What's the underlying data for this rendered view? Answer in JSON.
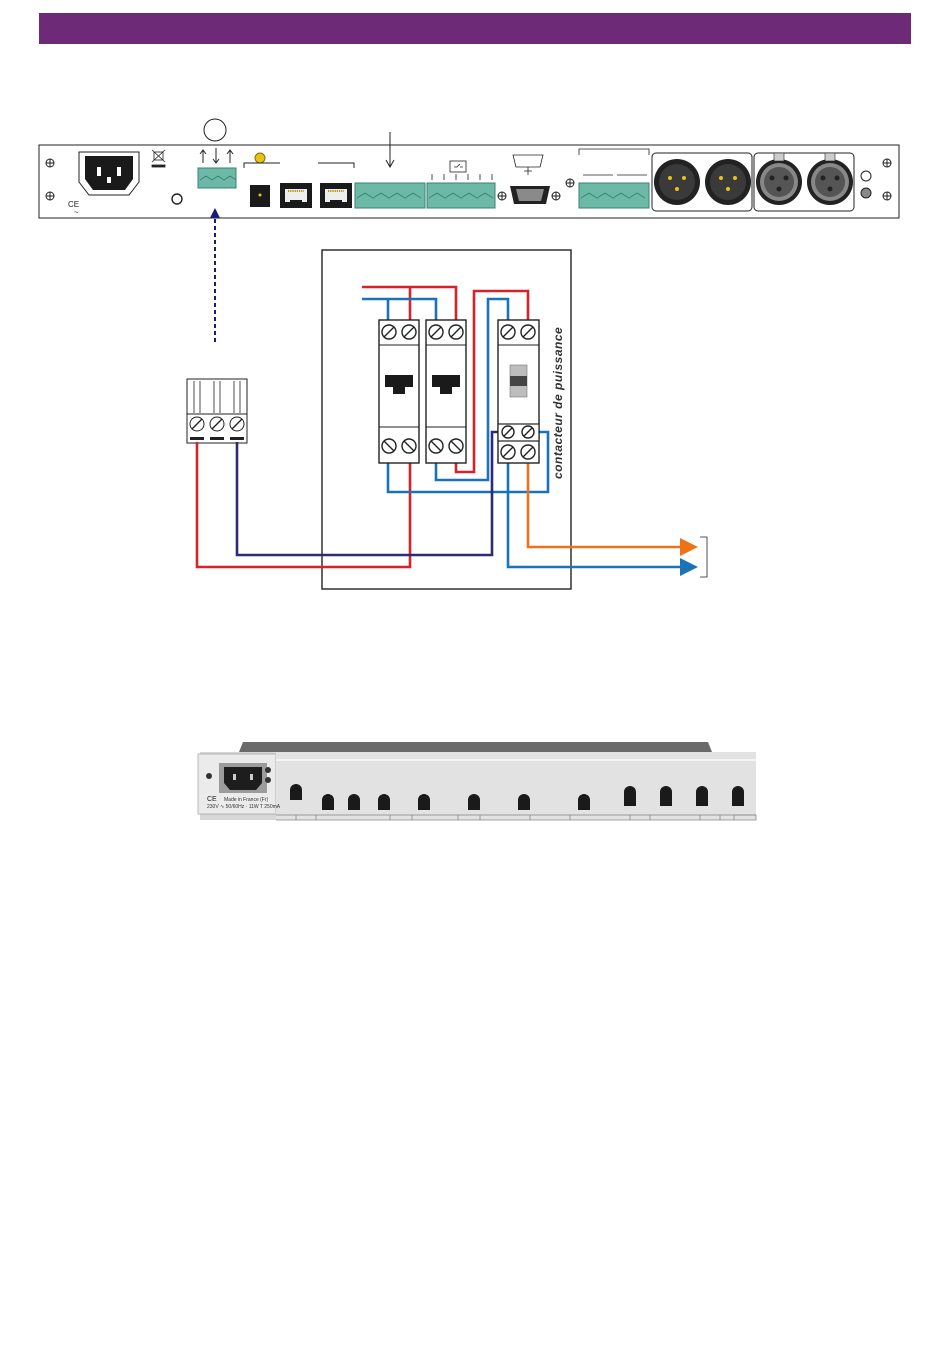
{
  "header": {
    "color": "#6d2b77"
  },
  "rear_panel": {
    "ce_mark": "CE",
    "ac_mark": "~"
  },
  "contactor": {
    "label": "contacteur de puissance"
  },
  "photo": {
    "ce_mark": "CE",
    "made_in": "Made in France (Fr)",
    "rating": "230V ∿ 50/60Hz · 11W T 250mA"
  },
  "colors": {
    "live_wire": "#d6232a",
    "neutral_wire": "#1a72b9",
    "control_wire": "#2f2a78",
    "output_wire": "#ee7218",
    "terminal_green": "#6bb9a6",
    "dotted_arrow": "#1a1a7a"
  }
}
